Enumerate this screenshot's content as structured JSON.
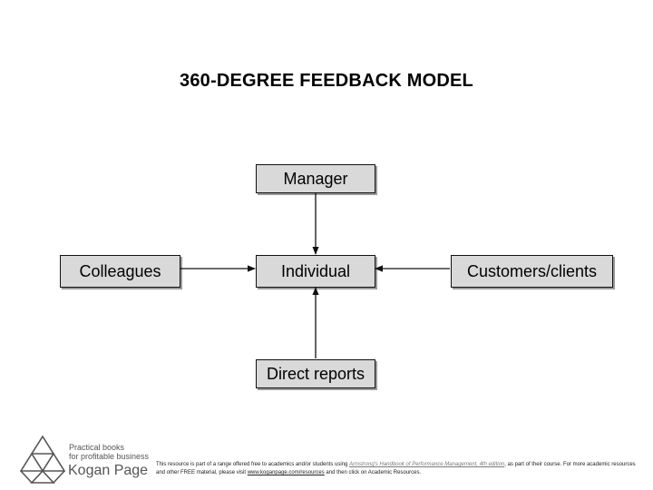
{
  "title": "360-DEGREE FEEDBACK MODEL",
  "nodes": {
    "manager": "Manager",
    "individual": "Individual",
    "colleagues": "Colleagues",
    "customers": "Customers/clients",
    "direct_reports": "Direct reports"
  },
  "logo": {
    "tagline_1": "Practical books",
    "tagline_2": "for profitable business",
    "name": "Kogan Page"
  },
  "footnote": {
    "part1": "This resource is part of a range offered free to academics and/or students using ",
    "book_title": "Armstrong's Handbook of Performance Management, 4th edition",
    "part2": ", as part of their course. For more academic resources and other FREE material, please visit ",
    "link": "www.koganpage.com/resources",
    "part3": " and then click on Academic Resources."
  },
  "colors": {
    "box_fill": "#d9d9d9",
    "box_border": "#111111",
    "arrow": "#111111"
  }
}
